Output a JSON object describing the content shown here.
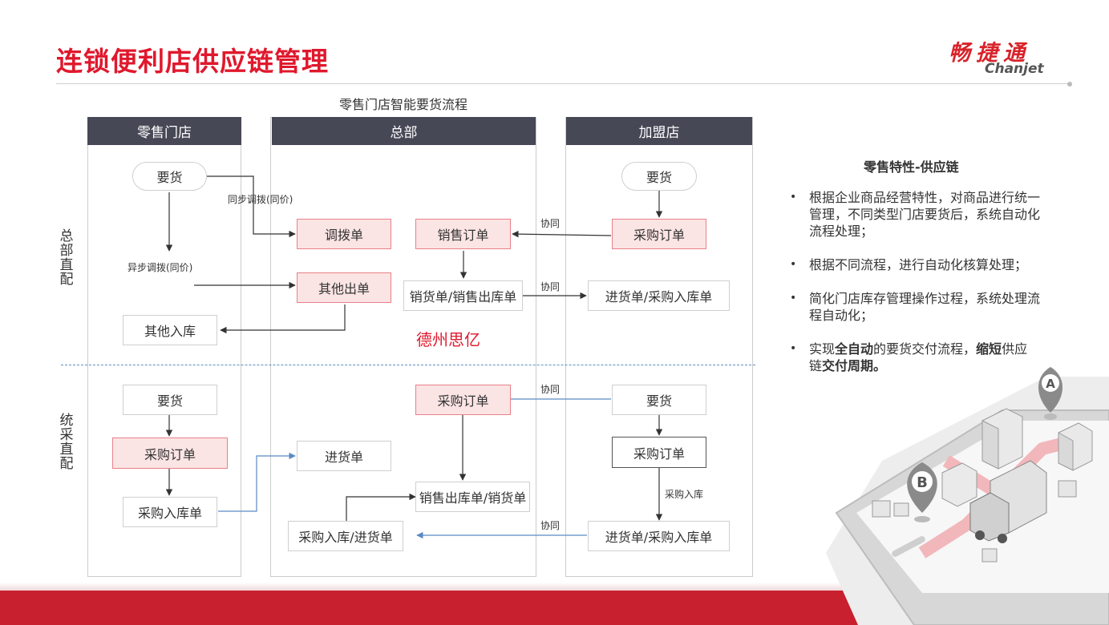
{
  "header": {
    "title": "连锁便利店供应链管理"
  },
  "brand": {
    "name_cn": "畅捷通",
    "name_en": "Chanjet"
  },
  "diagram": {
    "title": "零售门店智能要货流程",
    "columns": [
      "零售门店",
      "总部",
      "加盟店"
    ],
    "sections": [
      "总部直配",
      "统采直配"
    ],
    "nodes": {
      "store_request_1": "要货",
      "transfer_order": "调拨单",
      "other_outbound": "其他出单",
      "other_inbound": "其他入库",
      "sales_order": "销售订单",
      "delivery_sales_outbound": "销货单/销售出库单",
      "franchise_request_1": "要货",
      "franchise_purchase_order_1": "采购订单",
      "franchise_receipt_1": "进货单/采购入库单",
      "store_request_2": "要货",
      "store_purchase_order": "采购订单",
      "store_purchase_inbound": "采购入库单",
      "hq_purchase_order": "采购订单",
      "hq_receipt": "进货单",
      "hq_sales_outbound": "销售出库单/销货单",
      "hq_purchase_inbound": "采购入库/进货单",
      "franchise_request_2": "要货",
      "franchise_purchase_order_2": "采购订单",
      "franchise_receipt_2": "进货单/采购入库单"
    },
    "edge_labels": {
      "sync_transfer": "同步调拨(同价)",
      "async_transfer": "异步调拨(同价)",
      "cooperate_1": "协同",
      "cooperate_2": "协同",
      "cooperate_3": "协同",
      "cooperate_4": "协同",
      "purchase_inbound": "采购入库"
    },
    "watermark": "德州思亿"
  },
  "sidebar": {
    "heading": "零售特性-供应链",
    "bullet_marker": "•",
    "bullets": [
      "根据企业商品经营特性，对商品进行统一管理，不同类型门店要货后，系统自动化流程处理；",
      "根据不同流程，进行自动化核算处理；",
      "简化门店库存管理操作过程，系统处理流程自动化；"
    ],
    "bullet4": {
      "t1": "实现",
      "b1": "全自动",
      "t2": "的要货交付流程，",
      "b2": "缩短",
      "t3": "供应链",
      "b3": "交付周期。"
    }
  },
  "illustration": {
    "pin_a": "A",
    "pin_b": "B"
  },
  "colors": {
    "accent": "#e0182d",
    "header_bar": "#474856",
    "node_pink": "#fbe4e4",
    "footer": "#c8202e",
    "blue_arrow": "#6a9fd0"
  }
}
